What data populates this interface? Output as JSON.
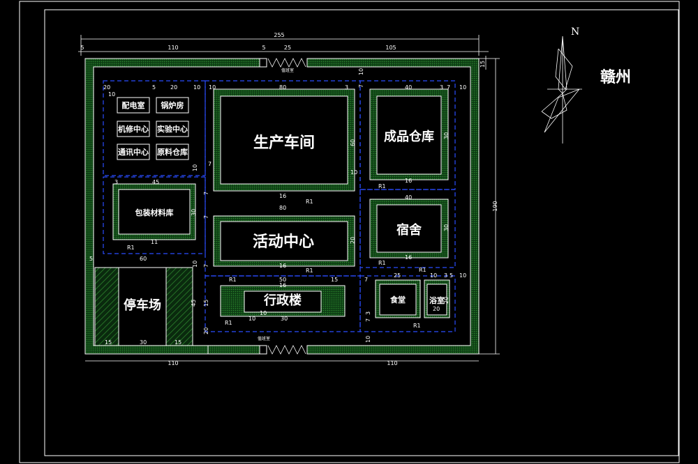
{
  "north_label": "N",
  "city_label": "赣州",
  "buildings": {
    "workshop": "生产车间",
    "warehouse": "成品仓库",
    "activity": "活动中心",
    "dorm": "宿舍",
    "admin": "行政楼",
    "parking": "停车场",
    "packing": "包装材料库",
    "canteen": "食堂",
    "bath": "浴室",
    "power": "配电室",
    "boiler": "锅炉房",
    "repair": "机修中心",
    "lab": "实验中心",
    "comm": "通讯中心",
    "material": "原料仓库",
    "guard_top": "值班室",
    "guard_bottom": "值班室"
  },
  "dims": {
    "d255": "255",
    "d110_top": "110",
    "d5_a": "5",
    "d5_b": "5",
    "d25_top": "25",
    "d105": "105",
    "d15_r": "15",
    "d190": "190",
    "d110_bl": "110",
    "d110_br": "110",
    "d20_a": "20",
    "d10_a": "10",
    "d5_c": "5",
    "d20_b": "20",
    "d10_b": "10",
    "d10_c": "10",
    "d80_a": "80",
    "d3_a": "3",
    "d40_a": "40",
    "d3_b": "3",
    "d7_a": "7",
    "d10_d": "10",
    "d10_e": "10",
    "d7_b": "7",
    "d60_a": "60",
    "d10_f": "10",
    "d30_a": "30",
    "d10_g": "10",
    "d7_c": "7",
    "d7_d": "7",
    "d16_a": "16",
    "d16_b": "16",
    "R1_a": "R1",
    "R1_b": "R1",
    "d45_a": "45",
    "d3_c": "3",
    "d30_b": "30",
    "d80_b": "80",
    "d40_b": "40",
    "d7_e": "7",
    "d20_c": "20",
    "d30_c": "30",
    "d11": "11",
    "R1_c": "R1",
    "d16_c": "16",
    "d16_d": "16",
    "R1_d": "R1",
    "R1_e": "R1",
    "d5_d": "5",
    "d60_b": "60",
    "d10_h": "10",
    "d7_f": "7",
    "d45_b": "45",
    "d15_a": "15",
    "d30_d": "30",
    "d15_b": "15",
    "R1_f": "R1",
    "d50": "50",
    "d15_c": "15",
    "d16_e": "16",
    "d7_g": "7",
    "d25_b": "25",
    "R1_g": "R1",
    "d10_i": "10",
    "d3_d": "3",
    "d5_e": "5",
    "d10_j": "10",
    "d15_d": "15",
    "d10_k": "10",
    "d10_l": "10",
    "d30_e": "30",
    "d20_d": "20",
    "d20_e": "20",
    "R1_h": "R1",
    "d20_f": "20",
    "R1_i": "R1",
    "d10_m": "10",
    "d7_h": "7",
    "d3_e": "3"
  }
}
